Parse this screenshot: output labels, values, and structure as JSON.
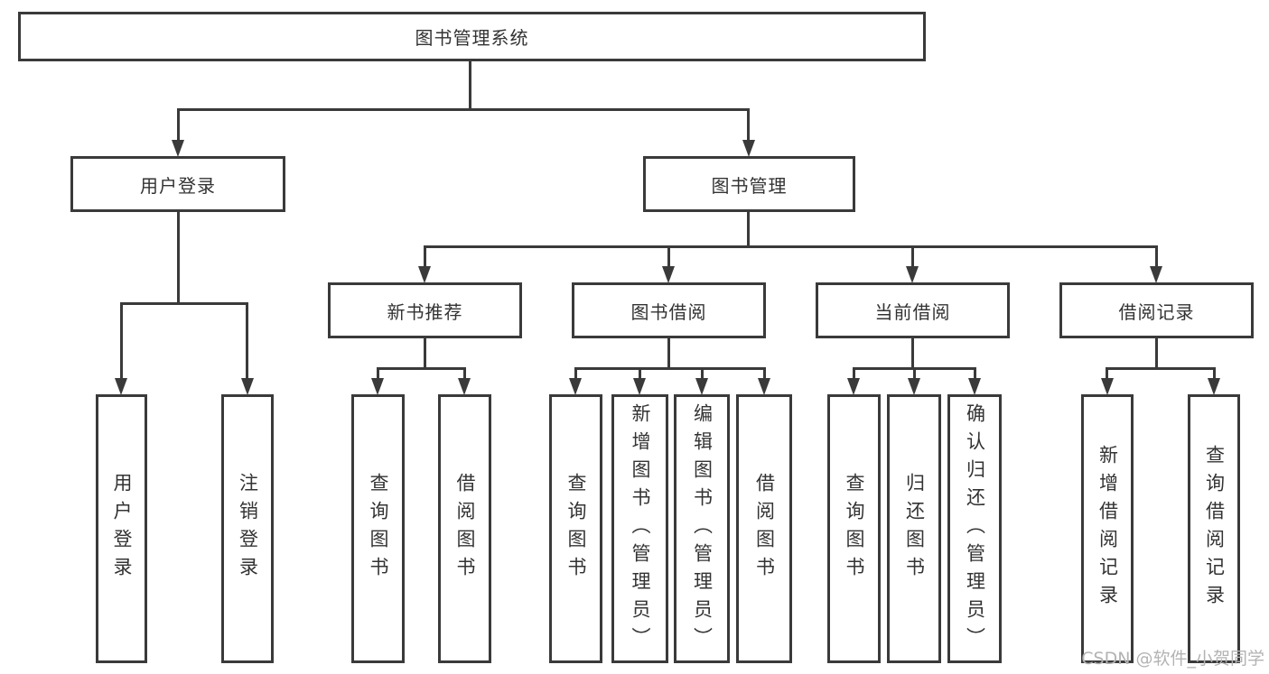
{
  "root_label": "图书管理系统",
  "branches": {
    "user_login": {
      "label": "用户登录",
      "leaves": [
        "用户登录",
        "注销登录"
      ]
    },
    "book_mgmt": {
      "label": "图书管理",
      "children": {
        "new_book": {
          "label": "新书推荐",
          "leaves": [
            "查询图书",
            "借阅图书"
          ]
        },
        "book_borrow": {
          "label": "图书借阅",
          "leaves": [
            "查询图书",
            "新增图书（管理员）",
            "编辑图书（管理员）",
            "借阅图书"
          ]
        },
        "current_borrow": {
          "label": "当前借阅",
          "leaves": [
            "查询图书",
            "归还图书",
            "确认归还（管理员）"
          ]
        },
        "borrow_records": {
          "label": "借阅记录",
          "leaves": [
            "新增借阅记录",
            "查询借阅记录"
          ]
        }
      }
    }
  },
  "watermark": "CSDN @软件_小贺同学",
  "colors": {
    "line": "#3a3a3a",
    "text": "#333333",
    "watermark": "#b3b3b3",
    "background": "#ffffff"
  }
}
